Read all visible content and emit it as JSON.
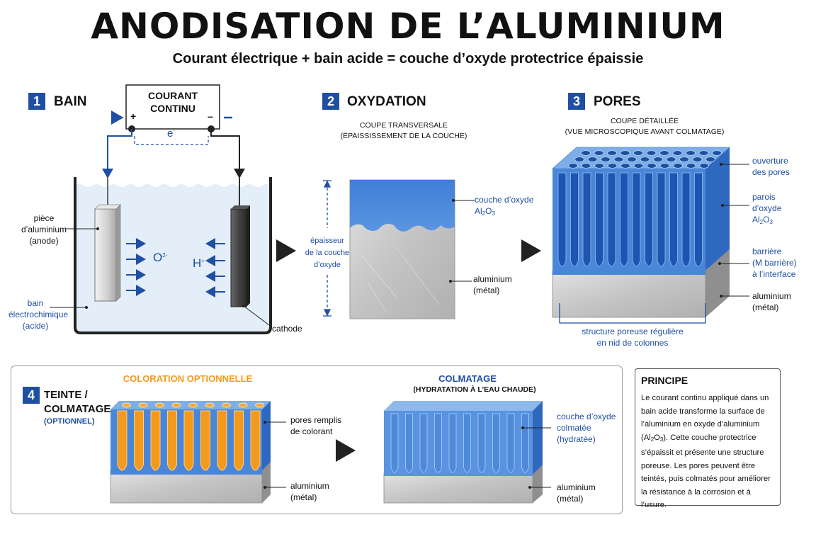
{
  "header": {
    "title": "ANODISATION DE L’ALUMINIUM",
    "subtitle": "Courant électrique + bain acide = couche d’oxyde protectrice épaissie"
  },
  "sections": {
    "s1": {
      "number": "1",
      "title": "BAIN",
      "power_supply": [
        "COURANT",
        "CONTINU"
      ],
      "plus": "+",
      "minus": "–",
      "electron": "e",
      "electron_sup": "-",
      "anode_label": [
        "pièce",
        "d’aluminium",
        "(anode)"
      ],
      "bath_label": [
        "bain",
        "électrochimique",
        "(acide)"
      ],
      "cathode_label": "cathode",
      "oxygen_ion": "O",
      "oxygen_charge": "2-",
      "hydrogen_ion": "H",
      "hydrogen_charge": "+"
    },
    "s2": {
      "number": "2",
      "title": "OXYDATION",
      "caption": [
        "COUPE TRANSVERSALE",
        "(ÉPAISSISSEMENT DE LA COUCHE)"
      ],
      "thickness_label": [
        "épaisseur",
        "de la couche",
        "d’oxyde"
      ],
      "oxide_label": "couche d’oxyde",
      "oxide_formula": {
        "a": "Al",
        "s1": "2",
        "b": "O",
        "s2": "3"
      },
      "metal_label": [
        "aluminium",
        "(métal)"
      ]
    },
    "s3": {
      "number": "3",
      "title": "PORES",
      "caption": [
        "COUPE DÉTAILLÉE",
        "(VUE MICROSCOPIQUE AVANT COLMATAGE)"
      ],
      "pores_opening": [
        "ouverture",
        "des pores"
      ],
      "walls": [
        "parois",
        "d’oxyde"
      ],
      "walls_formula": {
        "a": "Al",
        "s1": "2",
        "b": "O",
        "s2": "3"
      },
      "barrier": [
        "barrière",
        "(M barrière)",
        "à l’interface"
      ],
      "metal_label": [
        "aluminium",
        "(métal)"
      ],
      "structure_label": [
        "structure poreuse régulière",
        "en nid de colonnes"
      ]
    },
    "s4": {
      "number": "4",
      "title": [
        "TEINTE /",
        "COLMATAGE"
      ],
      "optional": "(OPTIONNEL)",
      "coloring_title": "COLORATION OPTIONNELLE",
      "dye_label": [
        "pores remplis",
        "de colorant"
      ],
      "metal_label_a": [
        "aluminium",
        "(métal)"
      ],
      "sealing_title": "COLMATAGE",
      "sealing_caption": "(HYDRATATION À L’EAU CHAUDE)",
      "sealed_label": [
        "couche d’oxyde",
        "colmatée",
        "(hydratée)"
      ],
      "metal_label_b": [
        "aluminium",
        "(métal)"
      ]
    },
    "principe": {
      "title": "PRINCIPE",
      "text_a": "Le courant continu appliqué dans un bain acide transforme la surface de l’aluminium en oxyde d’aluminium (Al",
      "sub1": "2",
      "text_b": "O",
      "sub2": "3",
      "text_c": "). Cette couche protectrice s’épaissit et présente une structure poreuse. Les pores peuvent être teintés, puis colmatés pour améliorer la résistance à la corrosion et à l’usure."
    }
  },
  "colors": {
    "accent_blue": "#1f4fa3",
    "oxide_blue": "#4a86d8",
    "orange": "#f39a1c",
    "aluminium_grey": "#c8c8c8",
    "water": "#e3eef9"
  }
}
